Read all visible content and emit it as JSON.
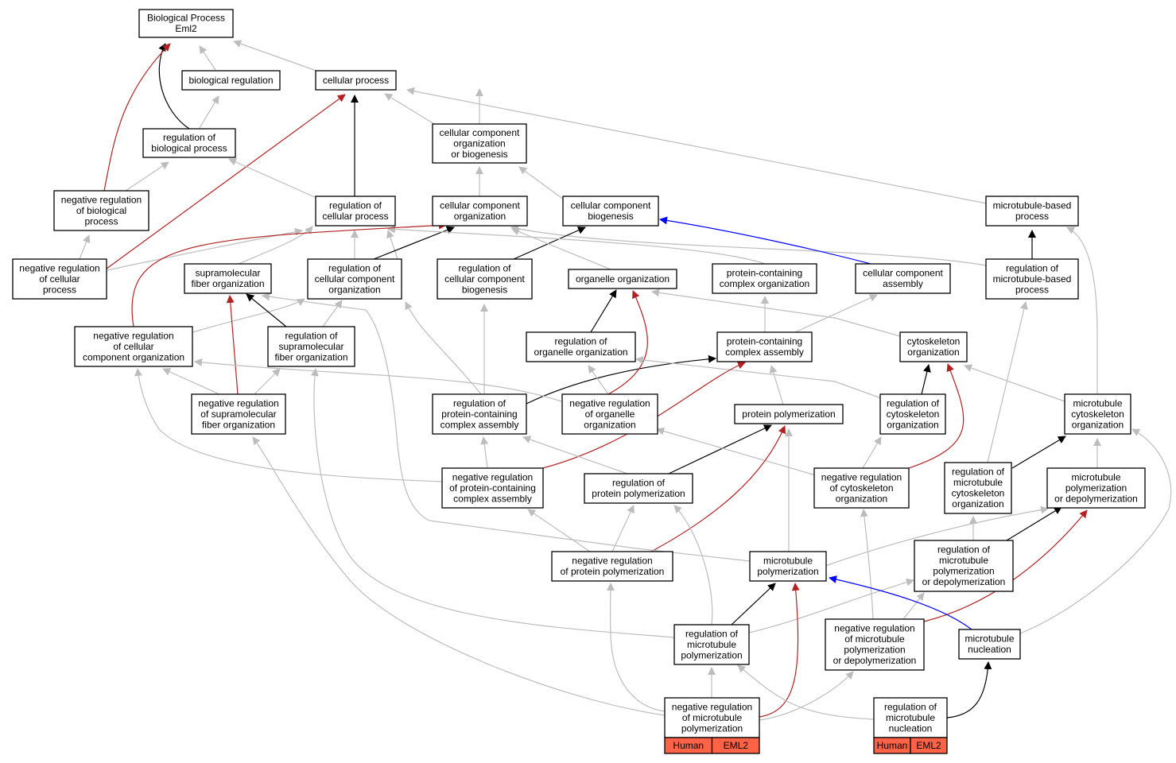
{
  "colors": {
    "is_a": "#bdbdbd",
    "part_of": "#000000",
    "negatively_regulates": "#b22222",
    "positively_regulates": "#0000ff",
    "annotation_fill": "#ff6347"
  },
  "nodes": {
    "bp_root": [
      "Biological Process",
      "Eml2"
    ],
    "bio_reg": [
      "biological regulation"
    ],
    "cell_proc": [
      "cellular process"
    ],
    "reg_bio_proc": [
      "regulation of",
      "biological process"
    ],
    "ccob": [
      "cellular component",
      "organization",
      "or biogenesis"
    ],
    "neg_reg_bio": [
      "negative regulation",
      "of biological",
      "process"
    ],
    "reg_cell_proc": [
      "regulation of",
      "cellular process"
    ],
    "cc_org": [
      "cellular component",
      "organization"
    ],
    "cc_biog": [
      "cellular component",
      "biogenesis"
    ],
    "mt_based": [
      "microtubule-based",
      "process"
    ],
    "neg_reg_cell": [
      "negative regulation",
      "of cellular",
      "process"
    ],
    "supra_fiber": [
      "supramolecular",
      "fiber organization"
    ],
    "reg_cc_org": [
      "regulation of",
      "cellular component",
      "organization"
    ],
    "reg_cc_biog": [
      "regulation of",
      "cellular component",
      "biogenesis"
    ],
    "organelle_org": [
      "organelle organization"
    ],
    "pcc_org": [
      "protein-containing",
      "complex organization"
    ],
    "cc_assembly": [
      "cellular component",
      "assembly"
    ],
    "reg_mt_based": [
      "regulation of",
      "microtubule-based",
      "process"
    ],
    "neg_reg_cc_org": [
      "negative regulation",
      "of cellular",
      "component organization"
    ],
    "reg_supra": [
      "regulation of",
      "supramolecular",
      "fiber organization"
    ],
    "reg_organelle": [
      "regulation of",
      "organelle organization"
    ],
    "pcc_assembly": [
      "protein-containing",
      "complex assembly"
    ],
    "cytoskel_org": [
      "cytoskeleton",
      "organization"
    ],
    "neg_reg_supra": [
      "negative regulation",
      "of supramolecular",
      "fiber organization"
    ],
    "reg_pcc_assembly": [
      "regulation of",
      "protein-containing",
      "complex assembly"
    ],
    "neg_reg_organelle": [
      "negative regulation",
      "of organelle",
      "organization"
    ],
    "prot_poly": [
      "protein polymerization"
    ],
    "reg_cytoskel": [
      "regulation of",
      "cytoskeleton",
      "organization"
    ],
    "mt_cytoskel_org": [
      "microtubule",
      "cytoskeleton",
      "organization"
    ],
    "neg_reg_pcc_assembly": [
      "negative regulation",
      "of protein-containing",
      "complex assembly"
    ],
    "reg_prot_poly": [
      "regulation of",
      "protein polymerization"
    ],
    "neg_reg_cytoskel": [
      "negative regulation",
      "of cytoskeleton",
      "organization"
    ],
    "reg_mt_cytoskel": [
      "regulation of",
      "microtubule",
      "cytoskeleton",
      "organization"
    ],
    "mt_poly_depoly": [
      "microtubule",
      "polymerization",
      "or depolymerization"
    ],
    "neg_reg_prot_poly": [
      "negative regulation",
      "of protein polymerization"
    ],
    "mt_poly": [
      "microtubule",
      "polymerization"
    ],
    "reg_mt_poly_depoly": [
      "regulation of",
      "microtubule",
      "polymerization",
      "or depolymerization"
    ],
    "reg_mt_poly": [
      "regulation of",
      "microtubule",
      "polymerization"
    ],
    "neg_reg_mt_poly_depoly": [
      "negative regulation",
      "of microtubule",
      "polymerization",
      "or depolymerization"
    ],
    "mt_nucleation": [
      "microtubule",
      "nucleation"
    ],
    "neg_reg_mt_poly": [
      "negative regulation",
      "of microtubule",
      "polymerization"
    ],
    "reg_mt_nucleation": [
      "regulation of",
      "microtubule",
      "nucleation"
    ]
  },
  "annotations": {
    "neg_reg_mt_poly": [
      "Human",
      "EML2"
    ],
    "reg_mt_nucleation": [
      "Human",
      "EML2"
    ]
  }
}
